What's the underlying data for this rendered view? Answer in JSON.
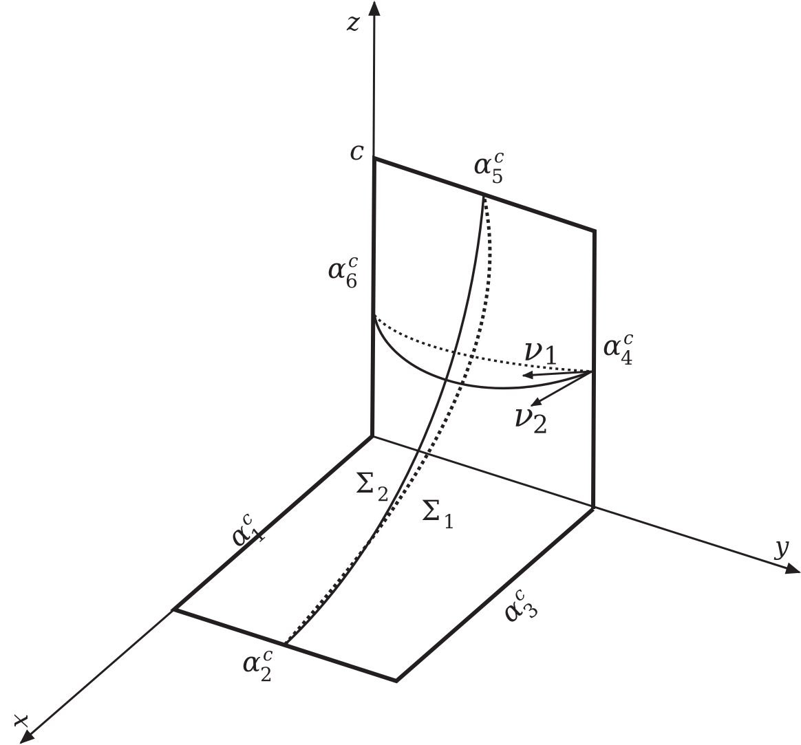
{
  "axes": {
    "x_label": "x",
    "y_label": "y",
    "z_label": "z",
    "c_label": "c"
  },
  "edges": {
    "alpha1": {
      "base": "α",
      "sub": "1",
      "sup": "c"
    },
    "alpha2": {
      "base": "α",
      "sub": "2",
      "sup": "c"
    },
    "alpha3": {
      "base": "α",
      "sub": "3",
      "sup": "c"
    },
    "alpha4": {
      "base": "α",
      "sub": "4",
      "sup": "c"
    },
    "alpha5": {
      "base": "α",
      "sub": "5",
      "sup": "c"
    },
    "alpha6": {
      "base": "α",
      "sub": "6",
      "sup": "c"
    }
  },
  "surfaces": {
    "sigma1": {
      "base": "Σ",
      "sub": "1"
    },
    "sigma2": {
      "base": "Σ",
      "sub": "2"
    }
  },
  "normals": {
    "nu1": {
      "base": "ν",
      "sub": "1"
    },
    "nu2": {
      "base": "ν",
      "sub": "2"
    }
  },
  "colors": {
    "ink": "#231f20",
    "background": "#ffffff"
  }
}
